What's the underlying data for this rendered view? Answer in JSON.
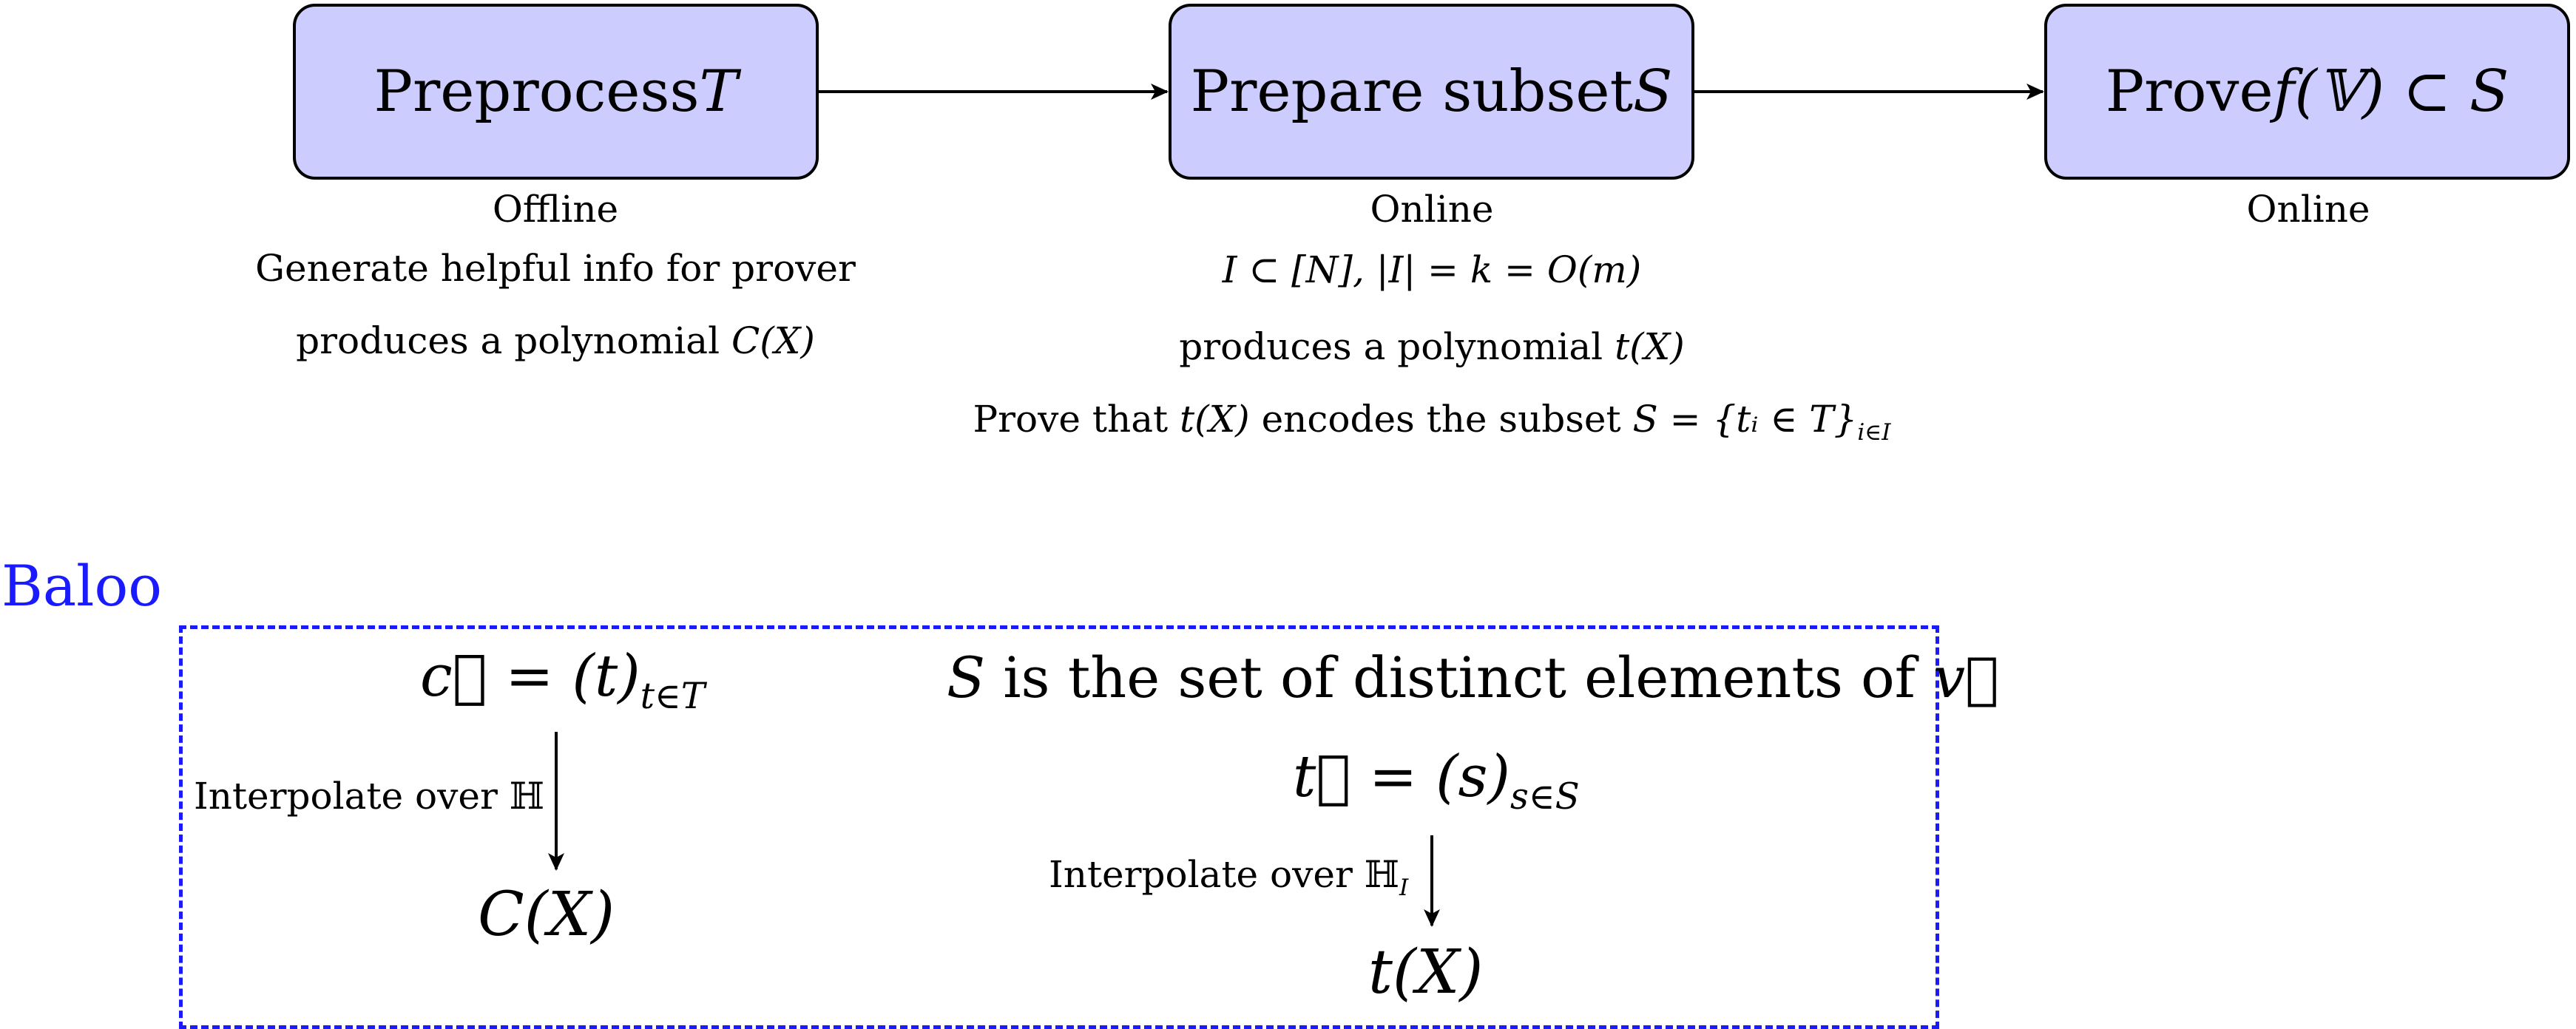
{
  "top_flow": {
    "box1": {
      "pre": "Preprocess ",
      "math": "T"
    },
    "box2": {
      "pre": "Prepare subset ",
      "math": "S"
    },
    "box3": {
      "pre": "Prove ",
      "math": "f(𝕍) ⊂ S"
    },
    "col1": {
      "mode": "Offline",
      "line1": "Generate helpful info for prover",
      "line2_pre": "produces a polynomial ",
      "line2_math": "C(X)"
    },
    "col2": {
      "mode": "Online",
      "line1": "I ⊂ [N], |I| = k = O(m)",
      "line2_pre": "produces a polynomial ",
      "line2_math": "t(X)",
      "line3_pre": "Prove that ",
      "line3_math1": "t(X)",
      "line3_mid": " encodes the subset ",
      "line3_math2": "S = {tᵢ ∈ T}",
      "line3_sub": "i∈I"
    },
    "col3": {
      "mode": "Online"
    }
  },
  "baloo": {
    "title": "Baloo",
    "c_vec": "c⃗ = (t)",
    "c_sub": "t∈T",
    "interp1_pre": "Interpolate over ",
    "interp1_math": "ℍ",
    "cX": "C(X)",
    "set_text_pre": "S",
    "set_text_mid": " is the set of distinct elements of ",
    "set_text_v": "v⃗",
    "t_vec": "t⃗ = (s)",
    "t_sub": "s∈S",
    "interp2_pre": "Interpolate over ",
    "interp2_math": "ℍ",
    "interp2_sub": "I",
    "tX": "t(X)"
  },
  "colors": {
    "box_fill": "#ccccff",
    "accent": "#1a1aff"
  }
}
